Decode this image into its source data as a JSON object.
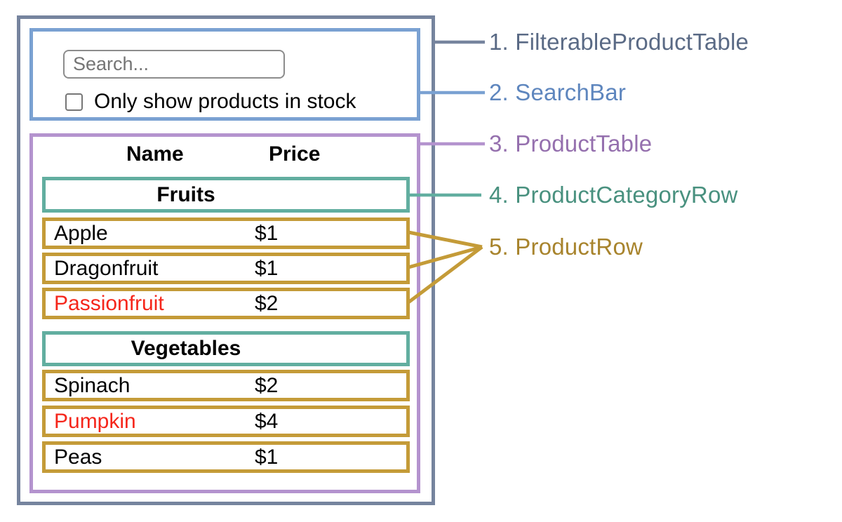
{
  "search": {
    "placeholder": "Search...",
    "value": "",
    "checkbox_label": "Only show products in stock",
    "checkbox_checked": false
  },
  "table": {
    "columns": [
      "Name",
      "Price"
    ],
    "sections": [
      {
        "category": "Fruits",
        "rows": [
          {
            "name": "Apple",
            "price": "$1",
            "in_stock": true
          },
          {
            "name": "Dragonfruit",
            "price": "$1",
            "in_stock": true
          },
          {
            "name": "Passionfruit",
            "price": "$2",
            "in_stock": false
          }
        ]
      },
      {
        "category": "Vegetables",
        "rows": [
          {
            "name": "Spinach",
            "price": "$2",
            "in_stock": true
          },
          {
            "name": "Pumpkin",
            "price": "$4",
            "in_stock": false
          },
          {
            "name": "Peas",
            "price": "$1",
            "in_stock": true
          }
        ]
      }
    ]
  },
  "component_labels": [
    {
      "label": "1. FilterableProductTable",
      "color": "#5A6A85"
    },
    {
      "label": "2. SearchBar",
      "color": "#5E86BE"
    },
    {
      "label": "3. ProductTable",
      "color": "#9570AE"
    },
    {
      "label": "4. ProductCategoryRow",
      "color": "#49917F"
    },
    {
      "label": "5. ProductRow",
      "color": "#A8842D"
    }
  ],
  "colors": {
    "filterable_product_table_border": "#76849E",
    "search_bar_border": "#7AA1D2",
    "product_table_border": "#B493CE",
    "product_category_row_border": "#62AEA0",
    "product_row_border": "#C49B38",
    "out_of_stock_text": "#F5261B"
  }
}
